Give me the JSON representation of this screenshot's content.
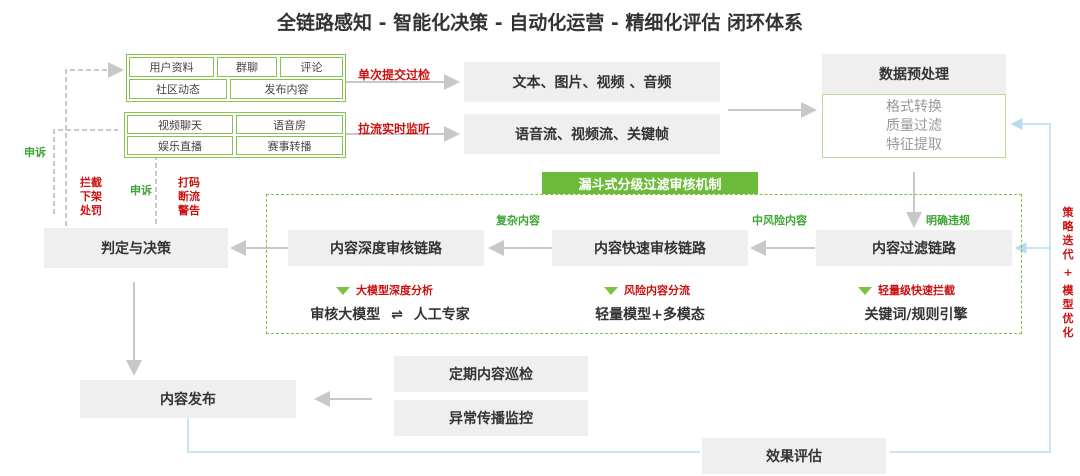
{
  "title": "全链路感知 - 智能化决策 - 自动化运营 - 精细化评估 闭环体系",
  "sources_top": [
    "用户资料",
    "群聊",
    "评论",
    "社区动态",
    "发布内容"
  ],
  "sources_bottom": [
    "视频聊天",
    "语音房",
    "娱乐直播",
    "赛事转播"
  ],
  "edge_single_check": "单次提交过检",
  "edge_stream_monitor": "拉流实时监听",
  "content_text_media": "文本、图片、视频 、音频",
  "content_streams": "语音流、视频流、关键帧",
  "preprocess": {
    "title": "数据预处理",
    "steps": [
      "格式转换",
      "质量过滤",
      "特征提取"
    ]
  },
  "funnel_title": "漏斗式分级过滤审核机制",
  "stages": {
    "filter": "内容过滤链路",
    "fast": "内容快速审核链路",
    "deep": "内容深度审核链路"
  },
  "stage_labels": {
    "explicit": "明确违规",
    "mid_risk": "中风险内容",
    "complex": "复杂内容"
  },
  "methods": {
    "filter_tag": "轻量级快速拦截",
    "filter_name": "关键词/规则引擎",
    "fast_tag": "风险内容分流",
    "fast_name": "轻量模型+多模态",
    "deep_tag": "大模型深度分析",
    "deep_name_a": "审核大模型",
    "deep_exchange": "⇌",
    "deep_name_b": "人工专家"
  },
  "decision": "判定与决策",
  "appeal": "申诉",
  "actions_left": [
    "拦",
    "截",
    "下",
    "架",
    "处",
    "罚"
  ],
  "actions_right": [
    "打",
    "码",
    "断",
    "流",
    "警",
    "告"
  ],
  "publish": "内容发布",
  "patrol": "定期内容巡检",
  "monitor": "异常传播监控",
  "evaluation": "效果评估",
  "feedback_vertical": [
    "策",
    "略",
    "迭",
    "代",
    "+",
    "模",
    "型",
    "优",
    "化"
  ],
  "colors": {
    "red": "#cc1111",
    "green": "#3fa535",
    "light_green": "#86c44f",
    "box": "#efefef"
  }
}
